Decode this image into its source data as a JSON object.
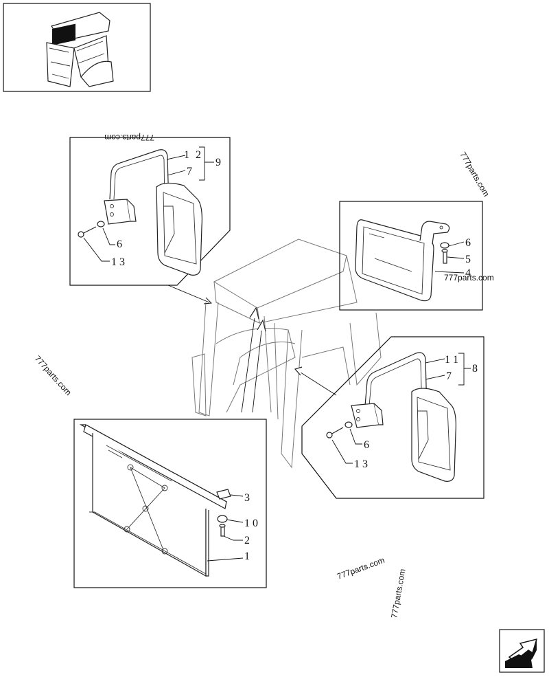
{
  "callouts": {
    "top_left": {
      "c1": "1",
      "c2": "2",
      "c7": "7",
      "c9": "9",
      "c6": "6",
      "c13": "1 3"
    },
    "top_right": {
      "c6": "6",
      "c5": "5",
      "c4": "4"
    },
    "mid_right": {
      "c11": "1 1",
      "c7": "7",
      "c8": "8",
      "c6": "6",
      "c13": "1 3"
    },
    "bottom_left": {
      "c3": "3",
      "c10": "1 0",
      "c2": "2",
      "c1": "1"
    }
  },
  "watermarks": {
    "w1": "777parts.com",
    "w2": "777parts.com",
    "w3": "777parts.com",
    "w4": "777parts.com",
    "w5": "777parts.com",
    "w6": "777parts.com"
  },
  "icons": {
    "thumbnail": "tractor-cab-icon",
    "nav": "next-page-arrow-icon"
  }
}
